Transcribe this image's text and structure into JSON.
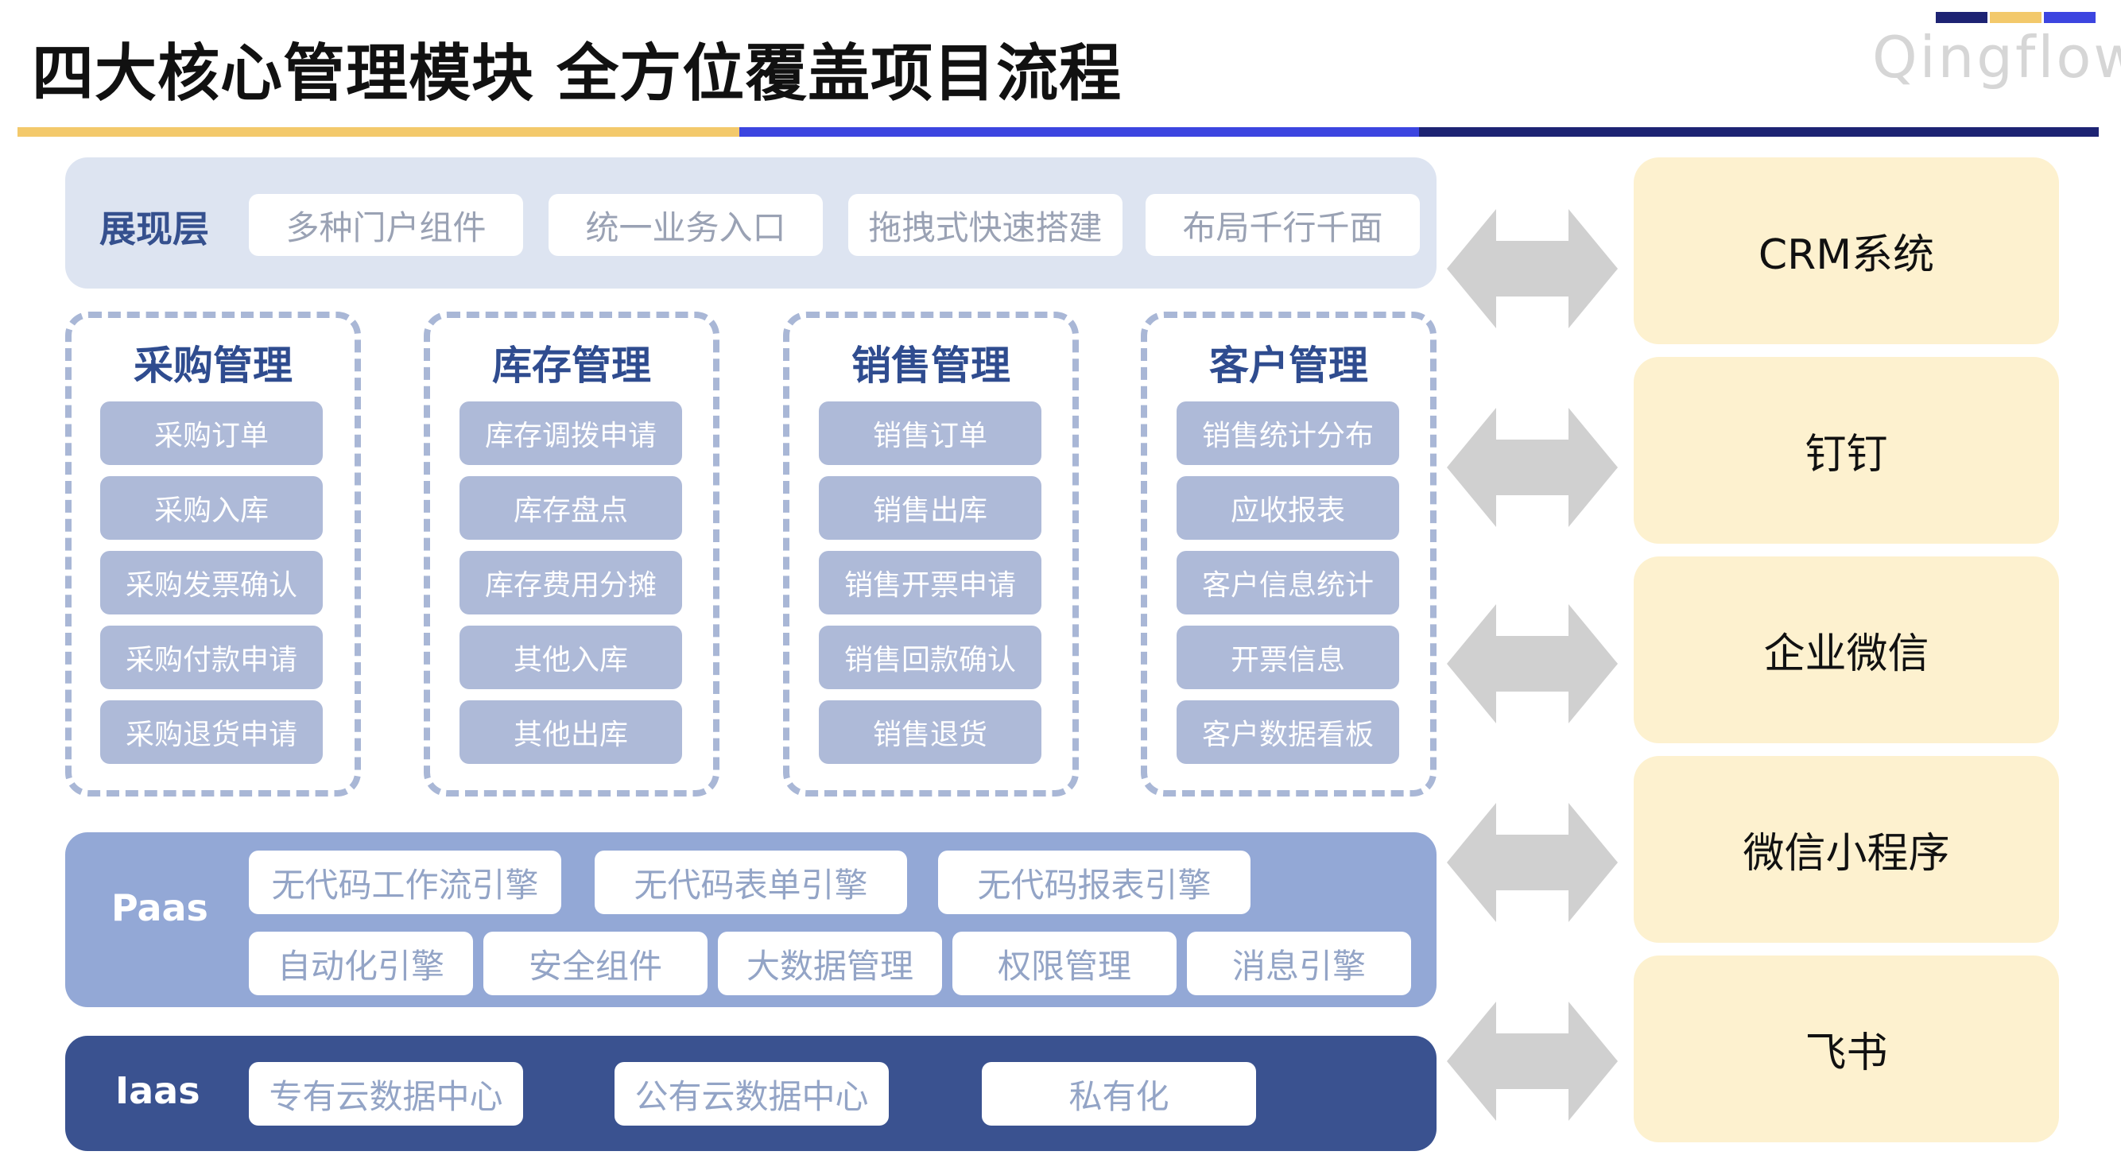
{
  "header": {
    "title": "四大核心管理模块  全方位覆盖项目流程",
    "logo": "Qingflow"
  },
  "colors": {
    "brand_dark": "#1d2373",
    "brand_yellow": "#f3c96b",
    "brand_blue": "#3c45e0",
    "pres_bg": "#dde4f1",
    "module_item": "#aebad8",
    "paas_bg": "#93a8d6",
    "iaas_bg": "#3a5290",
    "integration_bg": "#fdf1cf",
    "arrow": "#d0d0d0"
  },
  "presentation": {
    "label": "展现层",
    "items": [
      "多种门户组件",
      "统一业务入口",
      "拖拽式快速搭建",
      "布局千行千面"
    ]
  },
  "modules": [
    {
      "title": "采购管理",
      "items": [
        "采购订单",
        "采购入库",
        "采购发票确认",
        "采购付款申请",
        "采购退货申请"
      ]
    },
    {
      "title": "库存管理",
      "items": [
        "库存调拨申请",
        "库存盘点",
        "库存费用分摊",
        "其他入库",
        "其他出库"
      ]
    },
    {
      "title": "销售管理",
      "items": [
        "销售订单",
        "销售出库",
        "销售开票申请",
        "销售回款确认",
        "销售退货"
      ]
    },
    {
      "title": "客户管理",
      "items": [
        "销售统计分布",
        "应收报表",
        "客户信息统计",
        "开票信息",
        "客户数据看板"
      ]
    }
  ],
  "paas": {
    "label": "Paas",
    "row1": [
      "无代码工作流引擎",
      "无代码表单引擎",
      "无代码报表引擎"
    ],
    "row2": [
      "自动化引擎",
      "安全组件",
      "大数据管理",
      "权限管理",
      "消息引擎"
    ]
  },
  "iaas": {
    "label": "Iaas",
    "items": [
      "专有云数据中心",
      "公有云数据中心",
      "私有化"
    ]
  },
  "integrations": [
    "CRM系统",
    "钉钉",
    "企业微信",
    "微信小程序",
    "飞书"
  ],
  "icons": {
    "connector": "double-arrow-icon",
    "logo": "qingflow-logo"
  }
}
